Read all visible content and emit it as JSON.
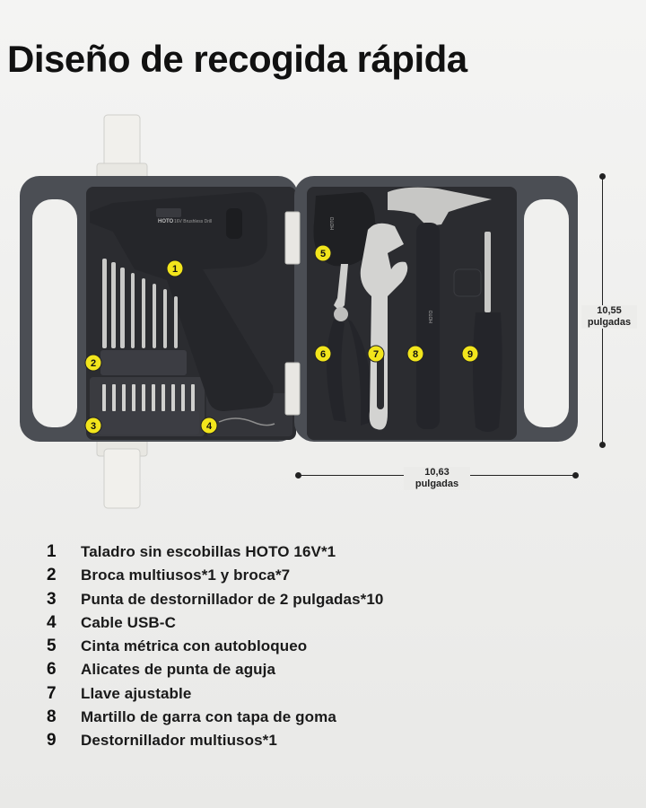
{
  "title": "Diseño de recogida rápida",
  "dimensions": {
    "height_value": "10,55",
    "height_unit": "pulgadas",
    "width_value": "10,63",
    "width_unit": "pulgadas"
  },
  "product_marks": {
    "drill_brand": "HOTO",
    "drill_model": "16V Brushless Drill",
    "tool_brand": "HOTO"
  },
  "colors": {
    "badge": "#f2e51c",
    "case_shell": "#4b4e54",
    "tray": "#2b2c30",
    "handle": "#f0f0ee"
  },
  "badges": [
    "1",
    "2",
    "3",
    "4",
    "5",
    "6",
    "7",
    "8",
    "9"
  ],
  "items": [
    {
      "num": "1",
      "text": "Taladro sin escobillas HOTO 16V*1"
    },
    {
      "num": "2",
      "text": "Broca multiusos*1 y broca*7"
    },
    {
      "num": "3",
      "text": "Punta de destornillador de 2 pulgadas*10"
    },
    {
      "num": "4",
      "text": "Cable USB-C"
    },
    {
      "num": "5",
      "text": "Cinta métrica con autobloqueo"
    },
    {
      "num": "6",
      "text": "Alicates de punta de aguja"
    },
    {
      "num": "7",
      "text": "Llave ajustable"
    },
    {
      "num": "8",
      "text": "Martillo de garra con tapa de goma"
    },
    {
      "num": "9",
      "text": "Destornillador multiusos*1"
    }
  ]
}
